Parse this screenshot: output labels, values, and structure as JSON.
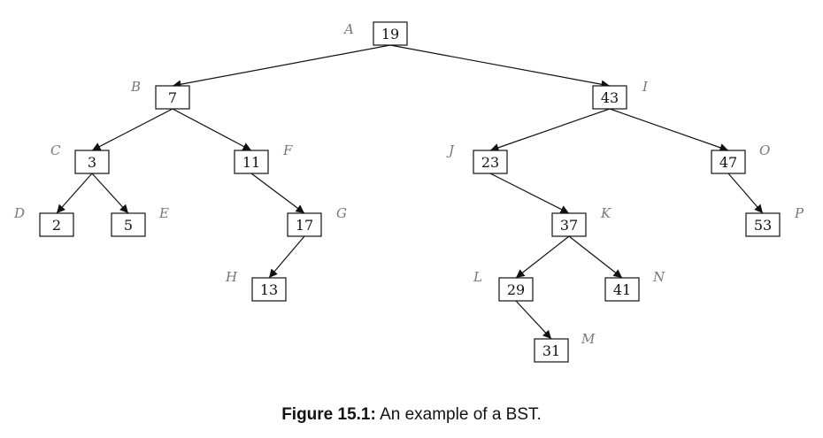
{
  "caption": {
    "label": "Figure 15.1:",
    "text": "An example of a BST."
  },
  "tree": {
    "nodes": [
      {
        "id": "A",
        "value": "19"
      },
      {
        "id": "B",
        "value": "7"
      },
      {
        "id": "C",
        "value": "3"
      },
      {
        "id": "D",
        "value": "2"
      },
      {
        "id": "E",
        "value": "5"
      },
      {
        "id": "F",
        "value": "11"
      },
      {
        "id": "G",
        "value": "17"
      },
      {
        "id": "H",
        "value": "13"
      },
      {
        "id": "I",
        "value": "43"
      },
      {
        "id": "J",
        "value": "23"
      },
      {
        "id": "K",
        "value": "37"
      },
      {
        "id": "L",
        "value": "29"
      },
      {
        "id": "M",
        "value": "31"
      },
      {
        "id": "N",
        "value": "41"
      },
      {
        "id": "O",
        "value": "47"
      },
      {
        "id": "P",
        "value": "53"
      }
    ],
    "edges": [
      [
        "A",
        "B"
      ],
      [
        "A",
        "I"
      ],
      [
        "B",
        "C"
      ],
      [
        "B",
        "F"
      ],
      [
        "C",
        "D"
      ],
      [
        "C",
        "E"
      ],
      [
        "F",
        "G"
      ],
      [
        "G",
        "H"
      ],
      [
        "I",
        "J"
      ],
      [
        "I",
        "O"
      ],
      [
        "J",
        "K"
      ],
      [
        "K",
        "L"
      ],
      [
        "K",
        "N"
      ],
      [
        "L",
        "M"
      ],
      [
        "O",
        "P"
      ]
    ]
  }
}
